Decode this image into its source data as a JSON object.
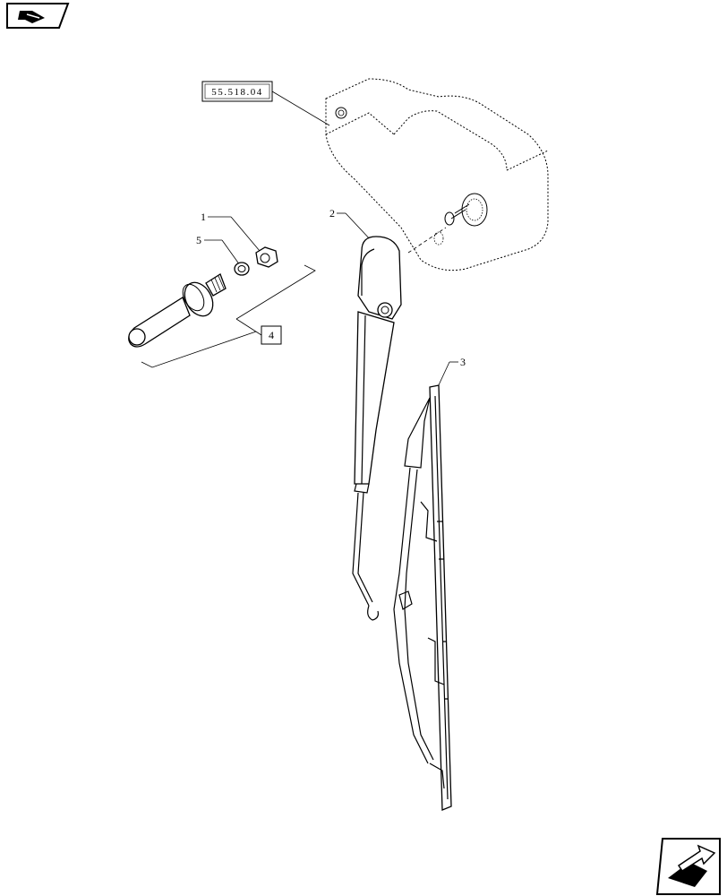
{
  "nav": {
    "prev_icon": "book-arrow-left-icon",
    "next_icon": "book-arrow-right-icon"
  },
  "diagram": {
    "reference_code": "55.518.04",
    "kit_label": "4",
    "callouts": [
      "1",
      "5",
      "2",
      "3"
    ]
  }
}
